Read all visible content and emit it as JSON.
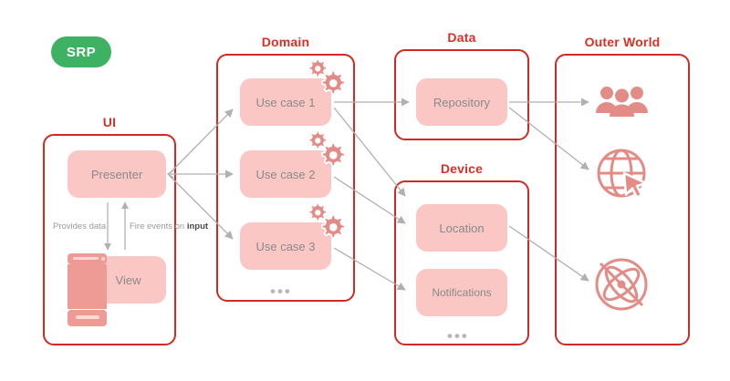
{
  "badge": {
    "label": "SRP",
    "color": "#3fb162"
  },
  "theme": {
    "border_color": "#cf2a24",
    "title_color": "#d93025",
    "card_fill": "#fac7c4",
    "card_text": "#8a8a8a",
    "arrow_color": "#b0b0b0",
    "icon_color": "#e38b86"
  },
  "groups": [
    {
      "key": "ui",
      "title": "UI",
      "cards": [
        {
          "label": "Presenter",
          "name": "card-presenter"
        },
        {
          "label": "View",
          "name": "card-view"
        }
      ],
      "ellipsis": null
    },
    {
      "key": "domain",
      "title": "Domain",
      "cards": [
        {
          "label": "Use case 1",
          "name": "card-use-case-1",
          "icon": "gears-icon"
        },
        {
          "label": "Use case 2",
          "name": "card-use-case-2",
          "icon": "gears-icon"
        },
        {
          "label": "Use case 3",
          "name": "card-use-case-3",
          "icon": "gears-icon"
        }
      ],
      "ellipsis": "•••"
    },
    {
      "key": "data",
      "title": "Data",
      "cards": [
        {
          "label": "Repository",
          "name": "card-repository"
        }
      ],
      "ellipsis": null
    },
    {
      "key": "device",
      "title": "Device",
      "cards": [
        {
          "label": "Location",
          "name": "card-location"
        },
        {
          "label": "Notifications",
          "name": "card-notifications"
        }
      ],
      "ellipsis": "•••"
    },
    {
      "key": "outer_world",
      "title": "Outer World",
      "cards": [],
      "icons": [
        {
          "name": "users-group-icon",
          "label": "users"
        },
        {
          "name": "globe-cursor-icon",
          "label": "web"
        },
        {
          "name": "atom-orbit-icon",
          "label": "services"
        }
      ],
      "ellipsis": null
    }
  ],
  "edges": {
    "provides_data": "Provides data",
    "fire_events_prefix": "Fire events on ",
    "fire_events_bold": "input"
  }
}
